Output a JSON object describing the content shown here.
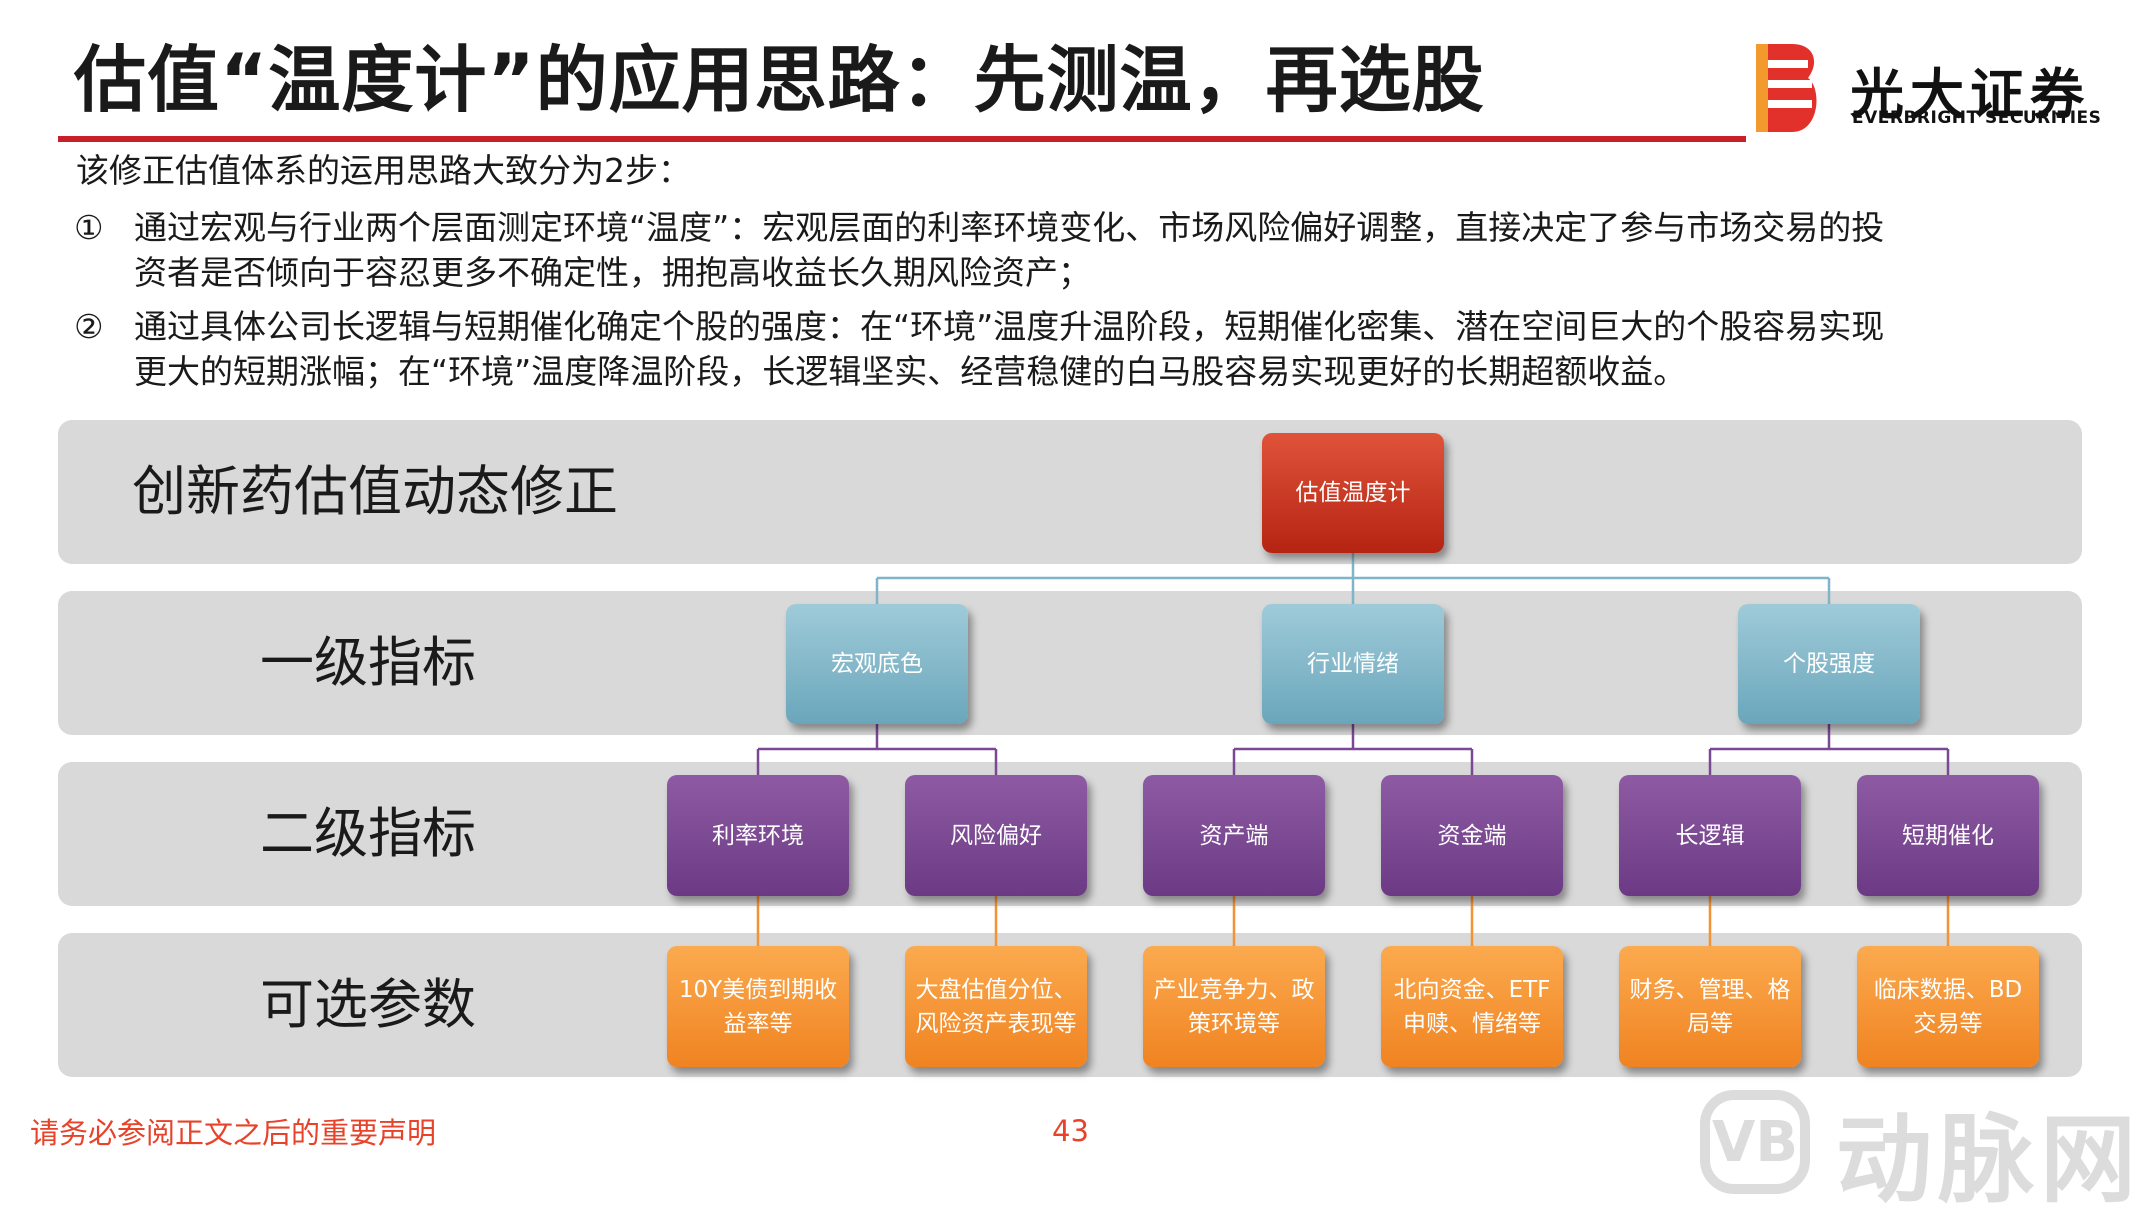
{
  "header": {
    "title": "估值“温度计”的应用思路：先测温，再选股",
    "logo": {
      "name_cn": "光大证券",
      "name_en": "EVERBRIGHT SECURITIES",
      "icon": "everbright-logo-icon"
    }
  },
  "intro": {
    "lead": "该修正估值体系的运用思路大致分为2步：",
    "points": [
      {
        "marker": "①",
        "line1": "通过宏观与行业两个层面测定环境“温度”：宏观层面的利率环境变化、市场风险偏好调整，直接决定了参与市场交易的投",
        "line2": "资者是否倾向于容忍更多不确定性，拥抱高收益长久期风险资产；"
      },
      {
        "marker": "②",
        "line1": "通过具体公司长逻辑与短期催化确定个股的强度：在“环境”温度升温阶段，短期催化密集、潜在空间巨大的个股容易实现",
        "line2": "更大的短期涨幅；在“环境”温度降温阶段，长逻辑坚实、经营稳健的白马股容易实现更好的长期超额收益。"
      }
    ]
  },
  "diagram": {
    "rows": [
      {
        "label": "创新药估值动态修正"
      },
      {
        "label": "一级指标"
      },
      {
        "label": "二级指标"
      },
      {
        "label": "可选参数"
      }
    ],
    "root": "估值温度计",
    "level1": [
      "宏观底色",
      "行业情绪",
      "个股强度"
    ],
    "level2": [
      "利率环境",
      "风险偏好",
      "资产端",
      "资金端",
      "长逻辑",
      "短期催化"
    ],
    "params": [
      [
        "10Y美债到期收",
        "益率等"
      ],
      [
        "大盘估值分位、",
        "风险资产表现等"
      ],
      [
        "产业竞争力、政",
        "策环境等"
      ],
      [
        "北向资金、ETF",
        "申赎、情绪等"
      ],
      [
        "财务、管理、格",
        "局等"
      ],
      [
        "临床数据、BD",
        "交易等"
      ]
    ],
    "colors": {
      "root": "#c8321c",
      "level1": "#7fb5c8",
      "level2": "#7b4895",
      "params": "#f49333",
      "connector": "#7fb5c8"
    }
  },
  "footer": {
    "disclaimer": "请务必参阅正文之后的重要声明",
    "page_number": "43",
    "watermark": {
      "text": "动脉网",
      "icon_text": "VB"
    }
  }
}
